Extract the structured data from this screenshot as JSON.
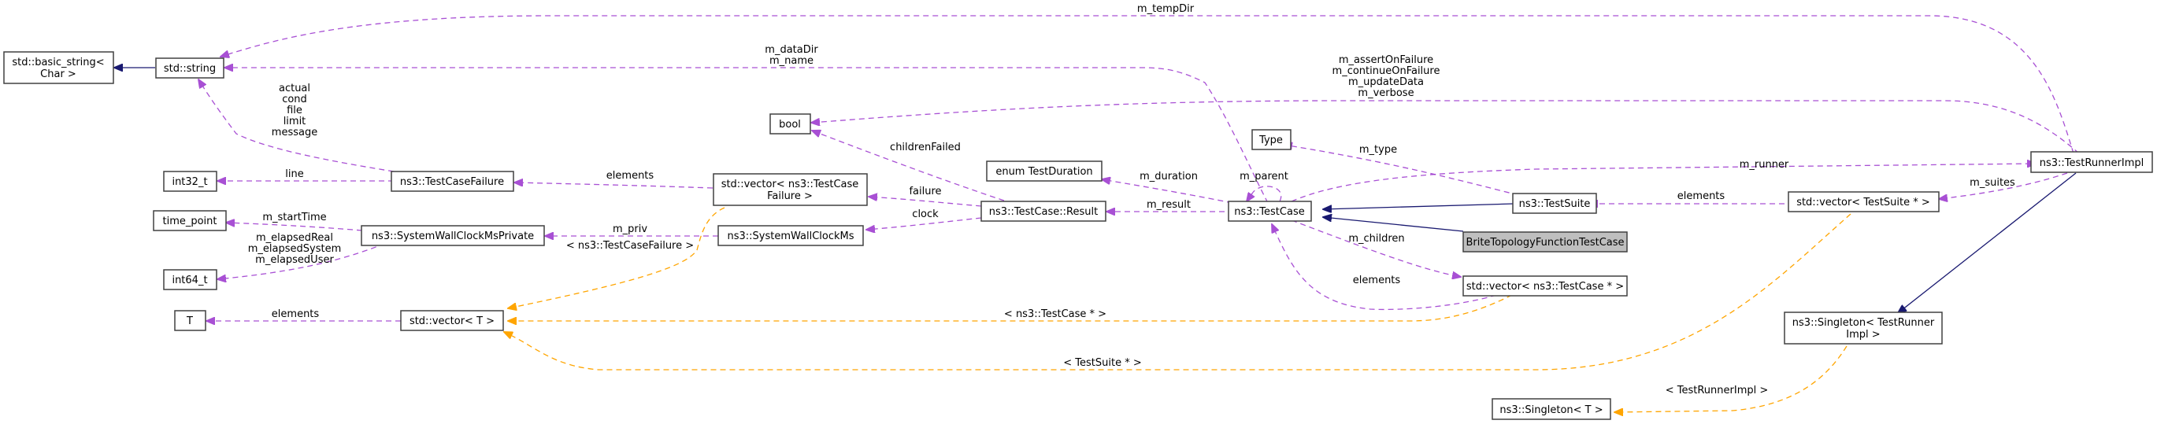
{
  "diagram": {
    "title": "BriteTopologyFunctionTestCase collaboration graph",
    "colors": {
      "usage_edge": "#9a32cd",
      "template_edge": "#ffa500",
      "inheritance_edge": "#191970",
      "node_border": "#404040",
      "focus_fill": "#bfbfbf"
    },
    "nodes": [
      {
        "id": "basic_string",
        "lines": [
          "std::basic_string<",
          "Char >"
        ]
      },
      {
        "id": "string",
        "lines": [
          "std::string"
        ]
      },
      {
        "id": "int32",
        "lines": [
          "int32_t"
        ]
      },
      {
        "id": "time_point",
        "lines": [
          "time_point"
        ]
      },
      {
        "id": "int64",
        "lines": [
          "int64_t"
        ]
      },
      {
        "id": "T",
        "lines": [
          "T"
        ]
      },
      {
        "id": "testcasefailure",
        "lines": [
          "ns3::TestCaseFailure"
        ]
      },
      {
        "id": "swcmp",
        "lines": [
          "ns3::SystemWallClockMsPrivate"
        ]
      },
      {
        "id": "vectorT",
        "lines": [
          "std::vector< T >"
        ]
      },
      {
        "id": "bool",
        "lines": [
          "bool"
        ]
      },
      {
        "id": "vec_tcf",
        "lines": [
          "std::vector< ns3::TestCase",
          "Failure >"
        ]
      },
      {
        "id": "swcm",
        "lines": [
          "ns3::SystemWallClockMs"
        ]
      },
      {
        "id": "enum_td",
        "lines": [
          "enum TestDuration"
        ]
      },
      {
        "id": "result",
        "lines": [
          "ns3::TestCase::Result"
        ]
      },
      {
        "id": "type",
        "lines": [
          "Type"
        ]
      },
      {
        "id": "testcase",
        "lines": [
          "ns3::TestCase"
        ]
      },
      {
        "id": "testsuite",
        "lines": [
          "ns3::TestSuite"
        ]
      },
      {
        "id": "brite",
        "lines": [
          "BriteTopologyFunctionTestCase"
        ],
        "focus": true
      },
      {
        "id": "vec_tcp",
        "lines": [
          "std::vector< ns3::TestCase * >"
        ]
      },
      {
        "id": "vec_tsp",
        "lines": [
          "std::vector< TestSuite * >"
        ]
      },
      {
        "id": "runner",
        "lines": [
          "ns3::TestRunnerImpl"
        ]
      },
      {
        "id": "singleton_tri",
        "lines": [
          "ns3::Singleton< TestRunner",
          "Impl >"
        ]
      },
      {
        "id": "singletonT",
        "lines": [
          "ns3::Singleton< T >"
        ]
      }
    ],
    "edges": [
      {
        "from": "string",
        "to": "basic_string",
        "kind": "inheritance",
        "label": []
      },
      {
        "from": "runner",
        "to": "string",
        "kind": "usage",
        "label": [
          "m_tempDir"
        ]
      },
      {
        "from": "testcase",
        "to": "string",
        "kind": "usage",
        "label": [
          "m_dataDir",
          "m_name"
        ]
      },
      {
        "from": "testcasefailure",
        "to": "string",
        "kind": "usage",
        "label": [
          "actual",
          "cond",
          "file",
          "limit",
          "message"
        ]
      },
      {
        "from": "testcasefailure",
        "to": "int32",
        "kind": "usage",
        "label": [
          "line"
        ]
      },
      {
        "from": "swcmp",
        "to": "time_point",
        "kind": "usage",
        "label": [
          "m_startTime"
        ]
      },
      {
        "from": "swcmp",
        "to": "int64",
        "kind": "usage",
        "label": [
          "m_elapsedReal",
          "m_elapsedSystem",
          "m_elapsedUser"
        ]
      },
      {
        "from": "vectorT",
        "to": "T",
        "kind": "usage",
        "label": [
          "elements"
        ]
      },
      {
        "from": "vec_tcf",
        "to": "testcasefailure",
        "kind": "usage",
        "label": [
          "elements"
        ]
      },
      {
        "from": "swcm",
        "to": "swcmp",
        "kind": "usage",
        "label": [
          "m_priv"
        ]
      },
      {
        "from": "vec_tcf",
        "to": "vectorT",
        "kind": "template",
        "label": [
          "< ns3::TestCaseFailure >"
        ]
      },
      {
        "from": "runner",
        "to": "bool",
        "kind": "usage",
        "label": [
          "m_assertOnFailure",
          "m_continueOnFailure",
          "m_updateData",
          "m_verbose"
        ]
      },
      {
        "from": "result",
        "to": "bool",
        "kind": "usage",
        "label": [
          "childrenFailed"
        ]
      },
      {
        "from": "result",
        "to": "vec_tcf",
        "kind": "usage",
        "label": [
          "failure"
        ]
      },
      {
        "from": "result",
        "to": "swcm",
        "kind": "usage",
        "label": [
          "clock"
        ]
      },
      {
        "from": "testcase",
        "to": "enum_td",
        "kind": "usage",
        "label": [
          "m_duration"
        ]
      },
      {
        "from": "testcase",
        "to": "result",
        "kind": "usage",
        "label": [
          "m_result"
        ]
      },
      {
        "from": "testcase",
        "to": "testcase",
        "kind": "usage",
        "label": [
          "m_parent"
        ]
      },
      {
        "from": "testsuite",
        "to": "type",
        "kind": "usage",
        "label": [
          "m_type"
        ]
      },
      {
        "from": "testcase",
        "to": "runner",
        "kind": "usage",
        "label": [
          "m_runner"
        ]
      },
      {
        "from": "testsuite",
        "to": "testcase",
        "kind": "inheritance",
        "label": []
      },
      {
        "from": "brite",
        "to": "testcase",
        "kind": "inheritance",
        "label": []
      },
      {
        "from": "testcase",
        "to": "vec_tcp",
        "kind": "usage",
        "label": [
          "m_children"
        ]
      },
      {
        "from": "vec_tcp",
        "to": "testcase",
        "kind": "usage",
        "label": [
          "elements"
        ]
      },
      {
        "from": "vec_tsp",
        "to": "testsuite",
        "kind": "usage",
        "label": [
          "elements"
        ]
      },
      {
        "from": "runner",
        "to": "vec_tsp",
        "kind": "usage",
        "label": [
          "m_suites"
        ]
      },
      {
        "from": "vec_tcp",
        "to": "vectorT",
        "kind": "template",
        "label": [
          "< ns3::TestCase * >"
        ]
      },
      {
        "from": "vec_tsp",
        "to": "vectorT",
        "kind": "template",
        "label": [
          "< TestSuite * >"
        ]
      },
      {
        "from": "singleton_tri",
        "to": "runner",
        "kind": "inheritance",
        "label": []
      },
      {
        "from": "singleton_tri",
        "to": "singletonT",
        "kind": "template",
        "label": [
          "< TestRunnerImpl >"
        ]
      }
    ]
  }
}
